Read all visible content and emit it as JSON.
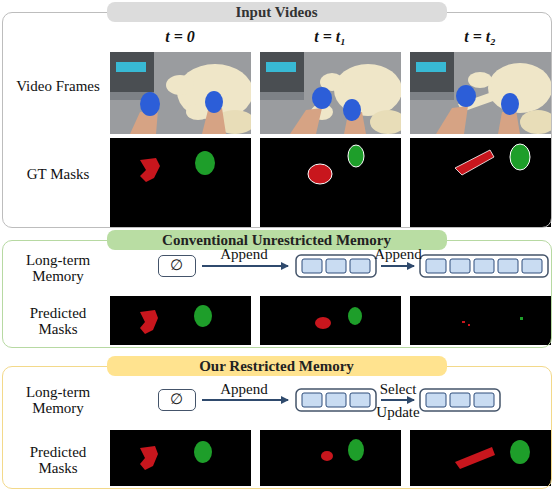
{
  "diagram": {
    "nodes": [
      {
        "text": [
          "Input Videos"
        ]
      },
      {
        "text": [
          "Conventional Unrestricted Memory"
        ]
      },
      {
        "text": [
          "Our Restricted Memory"
        ]
      },
      {
        "text": [
          "∅"
        ],
        "in": 1
      },
      {
        "text": [
          "∅"
        ],
        "in": 2
      }
    ],
    "labels": [
      "t = 0",
      "t = t₁",
      "t = t₂",
      "Video Frames",
      "GT Masks",
      "Long-term Memory",
      "Predicted Masks",
      "Append",
      "Append",
      "Long-term Memory",
      "Predicted Masks",
      "Append",
      "Select",
      "Update"
    ]
  }
}
